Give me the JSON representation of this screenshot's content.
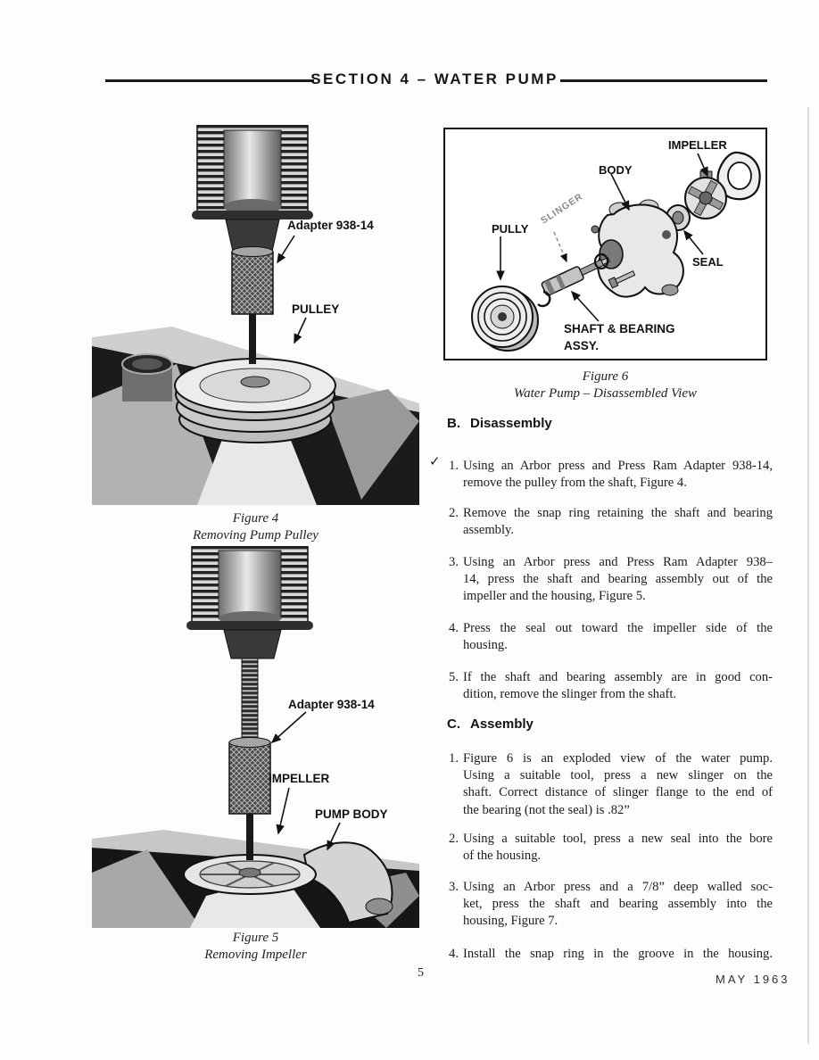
{
  "header": {
    "title": "SECTION 4 – WATER PUMP"
  },
  "footer": {
    "page_number": "5",
    "date": "MAY 1963"
  },
  "fig4": {
    "caption_line1": "Figure 4",
    "caption_line2": "Removing Pump Pulley",
    "labels": {
      "adapter": "Adapter 938-14",
      "pulley": "PULLEY"
    }
  },
  "fig5": {
    "caption_line1": "Figure 5",
    "caption_line2": "Removing Impeller",
    "labels": {
      "adapter": "Adapter 938-14",
      "impeller": "IMPELLER",
      "pump_body": "PUMP BODY"
    }
  },
  "fig6": {
    "caption_line1": "Figure 6",
    "caption_line2": "Water Pump – Disassembled View",
    "labels": {
      "impeller": "IMPELLER",
      "body": "BODY",
      "pully": "PULLY",
      "slinger": "SLINGER",
      "seal": "SEAL",
      "shaft_bearing_line1": "SHAFT & BEARING",
      "shaft_bearing_line2": "ASSY."
    }
  },
  "sections": {
    "disassembly": {
      "letter": "B.",
      "title": "Disassembly",
      "check_mark": "✓",
      "steps": [
        {
          "num": "1.",
          "lines": [
            "Using an Arbor press and Press Ram Adapter 938-14,",
            "remove the pulley from the shaft, Figure 4."
          ]
        },
        {
          "num": "2.",
          "lines": [
            "Remove the snap ring retaining the shaft and bearing",
            "assembly."
          ]
        },
        {
          "num": "3.",
          "lines": [
            "Using an Arbor press and Press Ram Adapter 938–",
            "14, press the shaft and bearing assembly out of the",
            "impeller and the housing, Figure 5."
          ]
        },
        {
          "num": "4.",
          "lines": [
            "Press the seal out toward the impeller side of the",
            "housing."
          ]
        },
        {
          "num": "5.",
          "lines": [
            "If the shaft and bearing assembly are in good con-",
            "dition, remove the slinger from the shaft."
          ]
        }
      ]
    },
    "assembly": {
      "letter": "C.",
      "title": "Assembly",
      "steps": [
        {
          "num": "1.",
          "lines": [
            "Figure 6 is an exploded view of the water pump.",
            "Using a suitable tool, press a new slinger on the",
            "shaft. Correct distance of slinger flange to the end of",
            "the bearing (not the seal) is .82”"
          ]
        },
        {
          "num": "2.",
          "lines": [
            "Using a suitable tool, press a new seal into the bore",
            "of the housing."
          ]
        },
        {
          "num": "3.",
          "lines": [
            "Using an Arbor press and a 7/8” deep walled soc-",
            "ket, press the shaft and bearing assembly into the",
            "housing, Figure 7."
          ]
        },
        {
          "num": "4.",
          "lines": [
            "Install the snap ring in the groove in the housing."
          ]
        }
      ]
    }
  }
}
